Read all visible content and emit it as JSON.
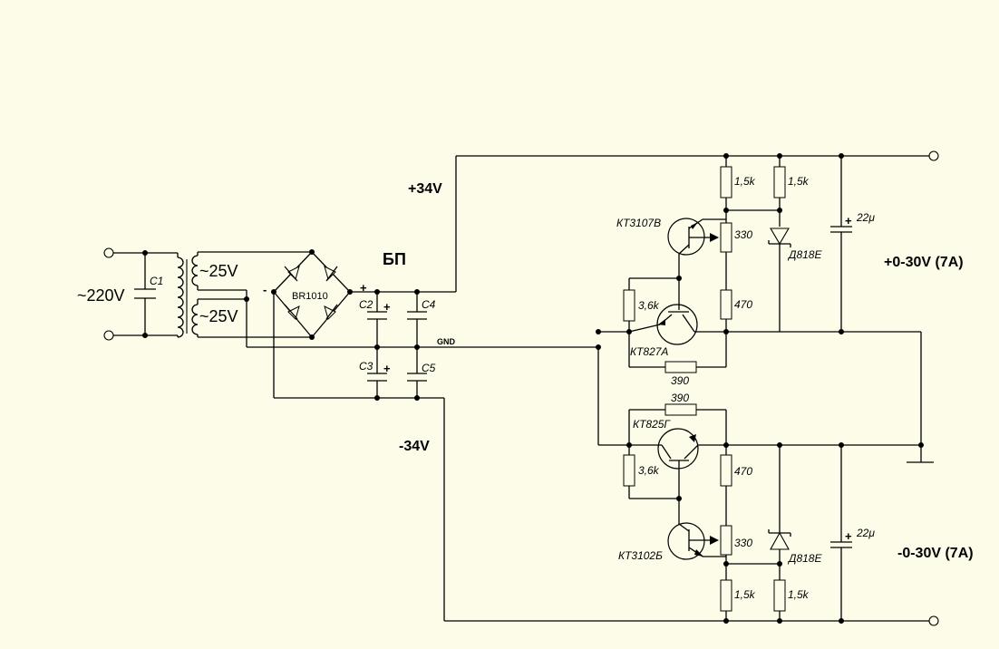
{
  "supply": {
    "mains": "~220V",
    "secondary_top": "~25V",
    "secondary_bottom": "~25V",
    "bridge": "BR1010",
    "bridge_plus": "+",
    "bridge_minus": "-",
    "rail_pos": "+34V",
    "rail_neg": "-34V",
    "psu": "БП",
    "gnd": "GND"
  },
  "caps": {
    "c1": "C1",
    "c2": "C2",
    "c3": "C3",
    "c4": "C4",
    "c5": "C5",
    "c2_pol": "+",
    "c3_pol": "+",
    "out_pos": "22μ",
    "out_pos_pol": "+",
    "out_neg": "22μ",
    "out_neg_pol": "+"
  },
  "upper": {
    "q1": "КТ3107В",
    "q2": "КТ827А",
    "r_top_left": "1,5k",
    "r_top_right": "1,5k",
    "pot": "330",
    "r_mid": "470",
    "r_base": "3,6k",
    "r_bottom": "390",
    "zener": "Д818Е"
  },
  "lower": {
    "q1": "КТ3102Б",
    "q2": "КТ825Г",
    "r_top": "390",
    "r_base": "3,6k",
    "r_mid": "470",
    "pot": "330",
    "r_bot_left": "1,5k",
    "r_bot_right": "1,5k",
    "zener": "Д818Е"
  },
  "outputs": {
    "pos": "+0-30V (7A)",
    "neg": "-0-30V (7A)"
  }
}
